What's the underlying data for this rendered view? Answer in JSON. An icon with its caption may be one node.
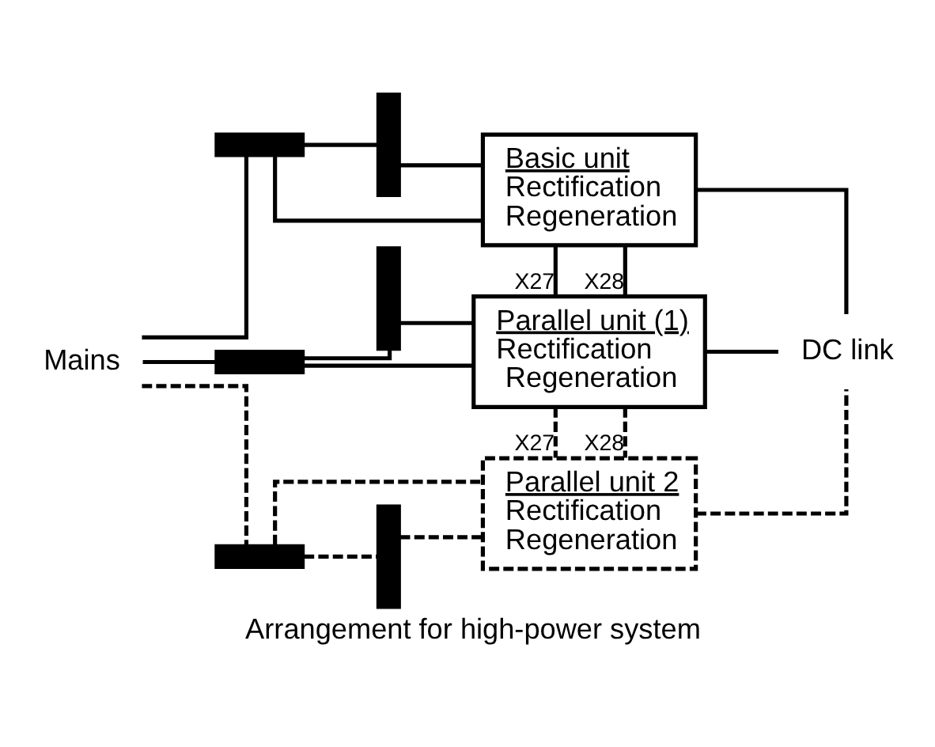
{
  "diagram": {
    "caption": "Arrangement for high-power system",
    "nodes": [
      {
        "text": [
          "Basic unit",
          "Rectification",
          "Regeneration"
        ]
      },
      {
        "text": [],
        "shape": "bar"
      },
      {
        "text": [],
        "shape": "bar"
      },
      {
        "text": [
          "Mains"
        ]
      },
      {
        "text": [],
        "shape": "bar"
      },
      {
        "text": [],
        "shape": "bar"
      },
      {
        "text": [
          "Parallel unit (1)",
          "Rectification",
          "Regeneration"
        ]
      },
      {
        "text": [
          "DC link"
        ]
      },
      {
        "text": [],
        "shape": "bar"
      },
      {
        "text": [],
        "shape": "bar"
      },
      {
        "text": [
          "Parallel unit 2",
          "Rectification",
          "Regeneration"
        ]
      }
    ],
    "edges": [
      {
        "from": 3,
        "to": 1,
        "arrow": "none"
      },
      {
        "from": 1,
        "to": 0,
        "arrow": "none"
      },
      {
        "from": 1,
        "to": 2,
        "arrow": "none"
      },
      {
        "from": 2,
        "to": 0,
        "arrow": "none"
      },
      {
        "from": 3,
        "to": 4,
        "arrow": "none"
      },
      {
        "from": 4,
        "to": 6,
        "arrow": "none"
      },
      {
        "from": 4,
        "to": 5,
        "arrow": "none"
      },
      {
        "from": 5,
        "to": 6,
        "arrow": "none"
      },
      {
        "from": 3,
        "to": 8,
        "arrow": "none",
        "style": "dashed"
      },
      {
        "from": 8,
        "to": 10,
        "arrow": "none",
        "style": "dashed"
      },
      {
        "from": 8,
        "to": 9,
        "arrow": "none",
        "style": "dashed"
      },
      {
        "from": 9,
        "to": 10,
        "arrow": "none",
        "style": "dashed"
      },
      {
        "from": 0,
        "to": 6,
        "arrow": "none",
        "label": "X27"
      },
      {
        "from": 0,
        "to": 6,
        "arrow": "none",
        "label": "X28"
      },
      {
        "from": 6,
        "to": 10,
        "arrow": "none",
        "style": "dashed",
        "label": "X27"
      },
      {
        "from": 6,
        "to": 10,
        "arrow": "none",
        "style": "dashed",
        "label": "X28"
      },
      {
        "from": 0,
        "to": 7,
        "arrow": "none"
      },
      {
        "from": 6,
        "to": 7,
        "arrow": "none"
      },
      {
        "from": 10,
        "to": 7,
        "arrow": "none",
        "style": "dashed"
      }
    ]
  }
}
